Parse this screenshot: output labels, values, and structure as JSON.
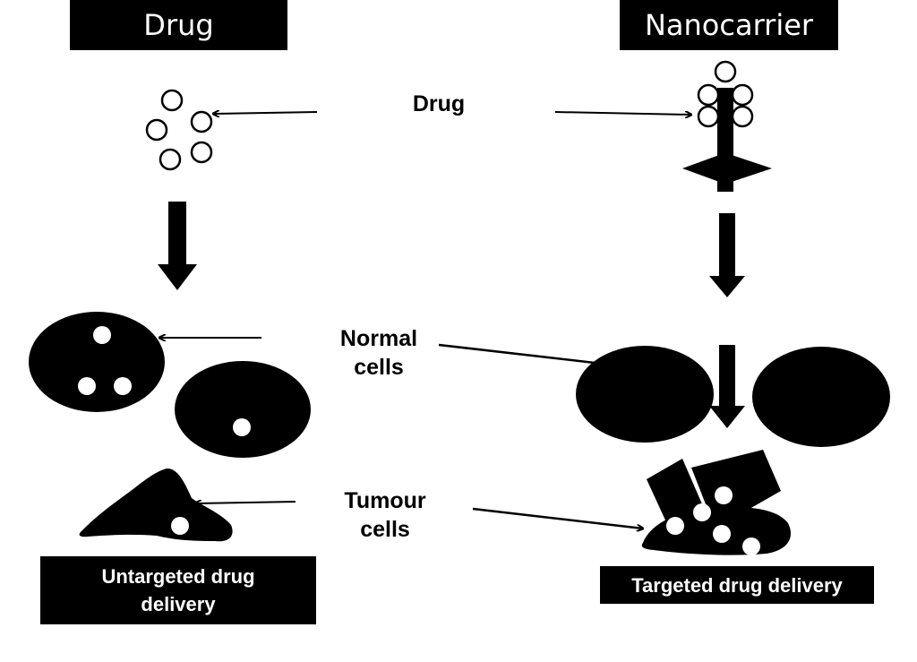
{
  "headers": {
    "left": "Drug",
    "right": "Nanocarrier"
  },
  "labels": {
    "drug": "Drug",
    "normal_cells": [
      "Normal",
      "cells"
    ],
    "tumour_cells": [
      "Tumour",
      "cells"
    ]
  },
  "footers": {
    "untargeted": [
      "Untargeted drug",
      "delivery"
    ],
    "targeted": "Targeted drug delivery"
  },
  "colors": {
    "ink": "#000000",
    "paper": "#ffffff"
  }
}
